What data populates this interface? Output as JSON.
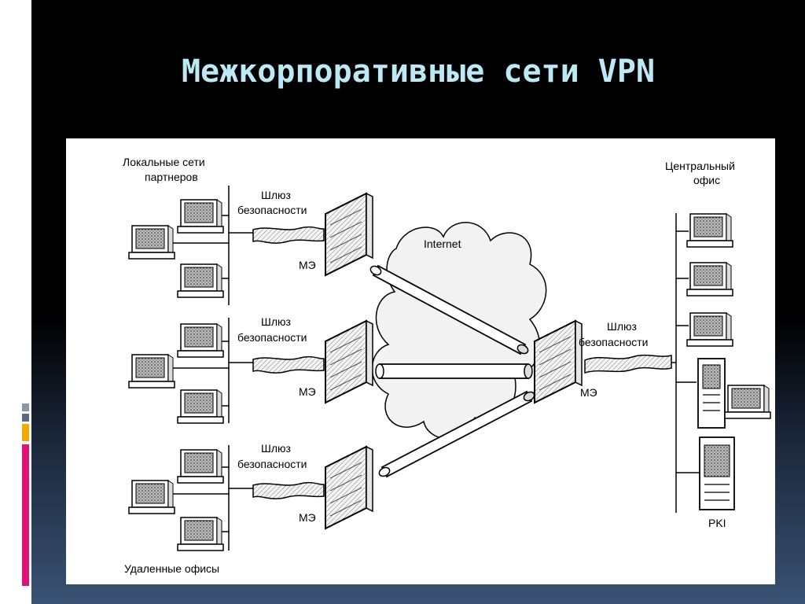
{
  "slide": {
    "title": "Межкорпоративные сети VPN"
  },
  "diagram": {
    "labels": {
      "partners_lan": [
        "Локальные сети",
        "партнеров"
      ],
      "central_office": [
        "Центральный",
        "офис"
      ],
      "internet": "Internet",
      "gateway": [
        "Шлюз",
        "безопасности"
      ],
      "firewall": "МЭ",
      "remote_offices": "Удаленные офисы",
      "pki": "PKI"
    }
  },
  "colors": {
    "title": "#bde9f4",
    "accent_pink": "#e0127a",
    "accent_yellow": "#f2a900",
    "accent_gray": "#8a97a8"
  }
}
